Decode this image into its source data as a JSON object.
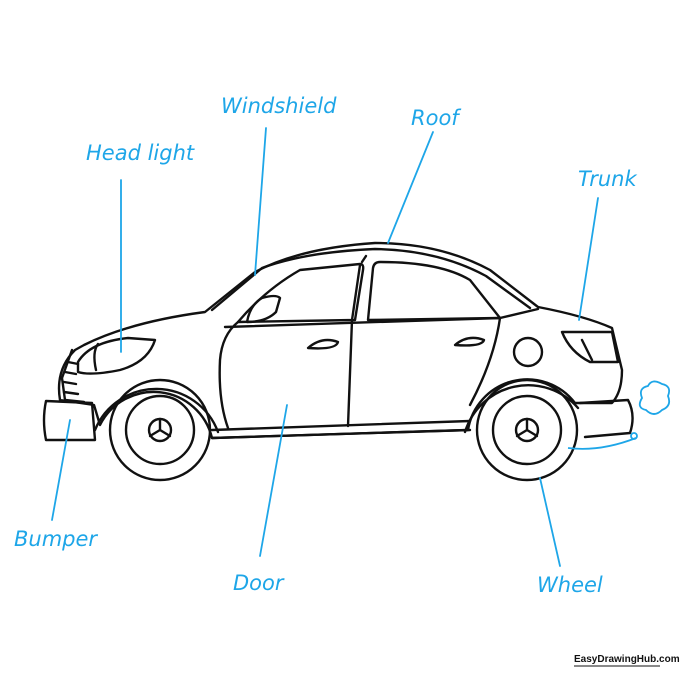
{
  "colors": {
    "label": "#1ea6e8",
    "leader": "#1ea6e8",
    "outline": "#111111",
    "background": "#ffffff"
  },
  "labels": {
    "windshield": "Windshield",
    "roof": "Roof",
    "head_light": "Head light",
    "trunk": "Trunk",
    "bumper": "Bumper",
    "door": "Door",
    "wheel": "Wheel"
  },
  "brand": {
    "text": "EasyDrawingHub.com"
  }
}
